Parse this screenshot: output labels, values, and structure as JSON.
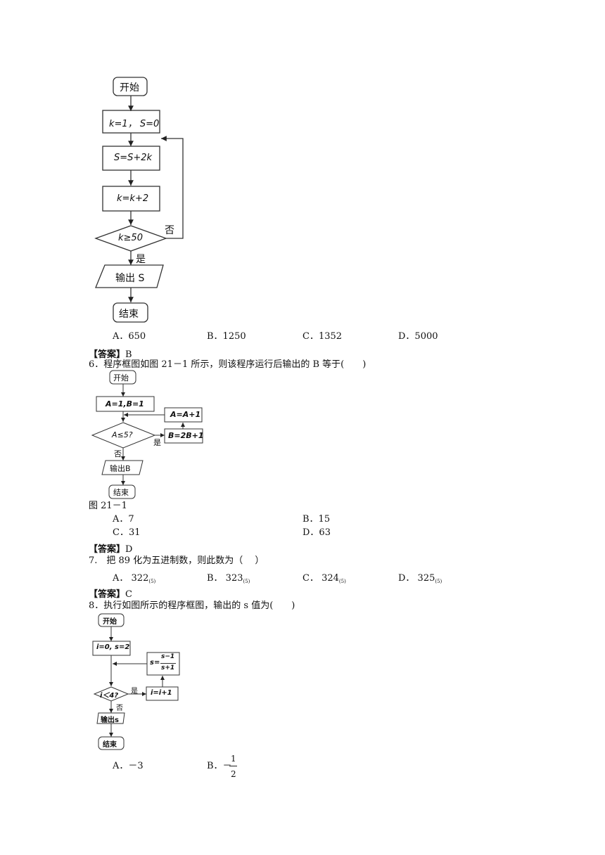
{
  "flow1": {
    "start": "开始",
    "init": "k=1， S=0",
    "step1": "S=S+2k",
    "step2": "k=k+2",
    "cond": "k≥50",
    "no": "否",
    "yes": "是",
    "output": "输出 S",
    "end": "结束"
  },
  "q5": {
    "options": [
      "A．650",
      "B．1250",
      "C．1352",
      "D．5000"
    ],
    "answer_label": "【答案】",
    "answer": "B"
  },
  "q6": {
    "stem": "6．程序框图如图 21－1 所示，则该程序运行后输出的 B 等于(　　)",
    "flow": {
      "start": "开始",
      "init": "A=1,B=1",
      "cond": "A≤5?",
      "yes": "是",
      "no": "否",
      "update_b": "B=2B+1",
      "update_a": "A=A+1",
      "output": "输出B",
      "end": "结束"
    },
    "caption": "图 21－1",
    "options": [
      "A．7",
      "B．15",
      "C．31",
      "D．63"
    ],
    "answer_label": "【答案】",
    "answer": "D"
  },
  "q7": {
    "stem": "7.　把 89 化为五进制数，则此数为（　 ）",
    "options": [
      "A．  322",
      "B．  323",
      "C．  324",
      "D．  325"
    ],
    "base_sub": "(5)",
    "answer_label": "【答案】",
    "answer": "C"
  },
  "q8": {
    "stem": "8．执行如图所示的程序框图，输出的 s 值为(　　)",
    "flow": {
      "start": "开始",
      "init": "i=0, s=2",
      "update_s_lhs": "s=",
      "update_s_num": "s−1",
      "update_s_den": "s+1",
      "cond": "i＜4?",
      "yes": "是",
      "no": "否",
      "update_i": "i=i+1",
      "output": "输出s",
      "end": "结束"
    },
    "options": [
      "A．－3",
      "B．－"
    ],
    "opt_b_num": "1",
    "opt_b_den": "2"
  }
}
